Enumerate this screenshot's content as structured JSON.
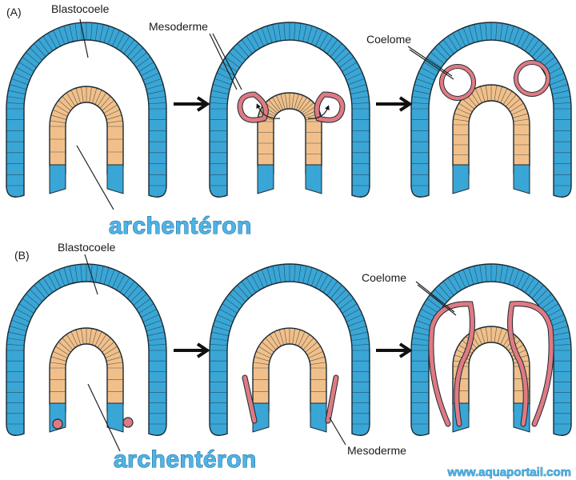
{
  "panels": {
    "a": "(A)",
    "b": "(B)"
  },
  "labels": {
    "blastocoele_a": "Blastocoele",
    "mesoderme_a": "Mesoderme",
    "coelome_a": "Coelome",
    "archenteron_a": "archentéron",
    "blastocoele_b": "Blastocoele",
    "coelome_b": "Coelome",
    "mesoderme_b": "Mesoderme",
    "archenteron_b": "archentéron"
  },
  "watermark": "www.aquaportail.com",
  "colors": {
    "ectoderm": "#3aa6d6",
    "endoderm": "#f1c08a",
    "mesoderm": "#e07a82",
    "outline": "#1b2a33",
    "arrow": "#111111",
    "brand": "#4fb3e6"
  }
}
